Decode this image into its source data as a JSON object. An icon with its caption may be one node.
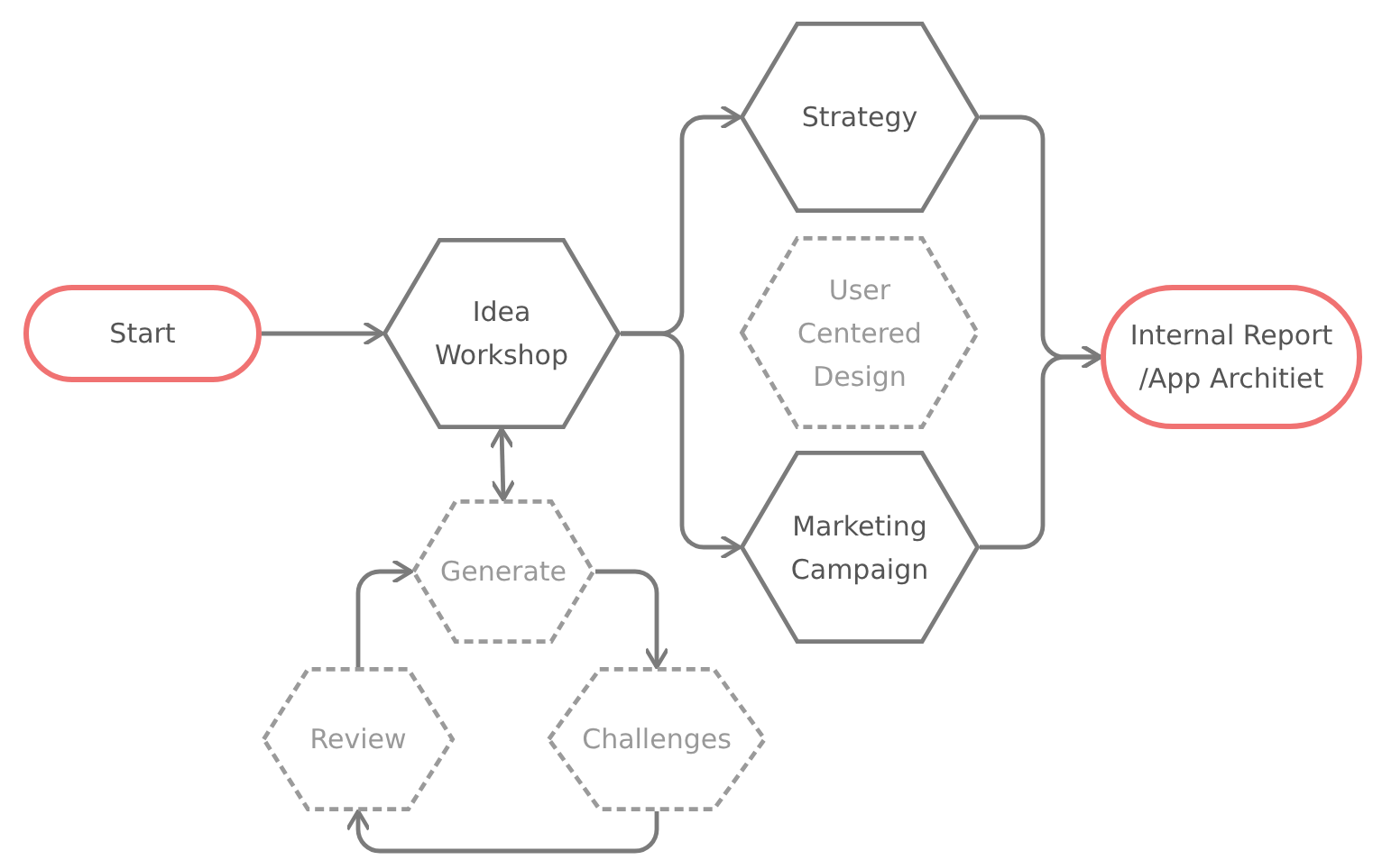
{
  "diagram": {
    "nodes": [
      {
        "text": [
          "Start"
        ]
      },
      {
        "text": [
          "Idea Workshop"
        ]
      },
      {
        "text": [
          "Strategy"
        ]
      },
      {
        "text": [
          "User Centered Design"
        ]
      },
      {
        "text": [
          "Marketing Campaign"
        ]
      },
      {
        "text": [
          "Internal Report /App Architiet"
        ]
      },
      {
        "text": [
          "Generate"
        ]
      },
      {
        "text": [
          "Review"
        ]
      },
      {
        "text": [
          "Challenges"
        ]
      }
    ],
    "edges": [
      {
        "from": 0,
        "to": 1,
        "arrow": "to"
      },
      {
        "from": 1,
        "to": 2,
        "arrow": "to"
      },
      {
        "from": 1,
        "to": 4,
        "arrow": "to"
      },
      {
        "from": 2,
        "to": 5,
        "arrow": "to"
      },
      {
        "from": 4,
        "to": 5,
        "arrow": "to"
      },
      {
        "from": 1,
        "to": 6,
        "arrow": "both"
      },
      {
        "from": 7,
        "to": 6,
        "arrow": "to"
      },
      {
        "from": 6,
        "to": 8,
        "arrow": "to"
      },
      {
        "from": 8,
        "to": 7,
        "arrow": "to"
      }
    ]
  }
}
